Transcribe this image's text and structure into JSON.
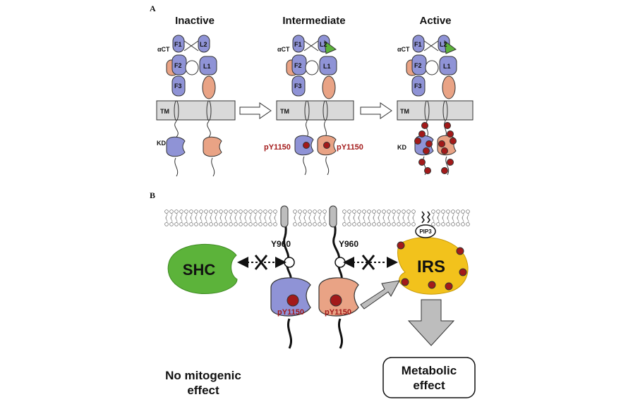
{
  "colors": {
    "blue": "#8f93d6",
    "salmon": "#e9a385",
    "red": "#a31a1a",
    "green": "#5cb33a",
    "yellow": "#f2c21c",
    "membrane_gray": "#d9d9d9",
    "arrow_gray": "#bdbdbd"
  },
  "panel_a": {
    "label": "A",
    "stages": [
      {
        "title": "Inactive"
      },
      {
        "title": "Intermediate"
      },
      {
        "title": "Active"
      }
    ],
    "domain_labels": {
      "f1": "F1",
      "f2": "F2",
      "f3": "F3",
      "l1": "L1",
      "l2": "L2",
      "act": "αCT",
      "tm": "TM",
      "kd": "KD"
    },
    "phospho_site": "pY1150"
  },
  "panel_b": {
    "label": "B",
    "shc": "SHC",
    "irs": "IRS",
    "pip3": "PIP3",
    "y960_left": "Y960",
    "y960_right": "Y960",
    "py_left": "pY1150",
    "py_right": "pY1150",
    "no_effect_line1": "No mitogenic",
    "no_effect_line2": "effect",
    "metabolic_line1": "Metabolic",
    "metabolic_line2": "effect"
  }
}
